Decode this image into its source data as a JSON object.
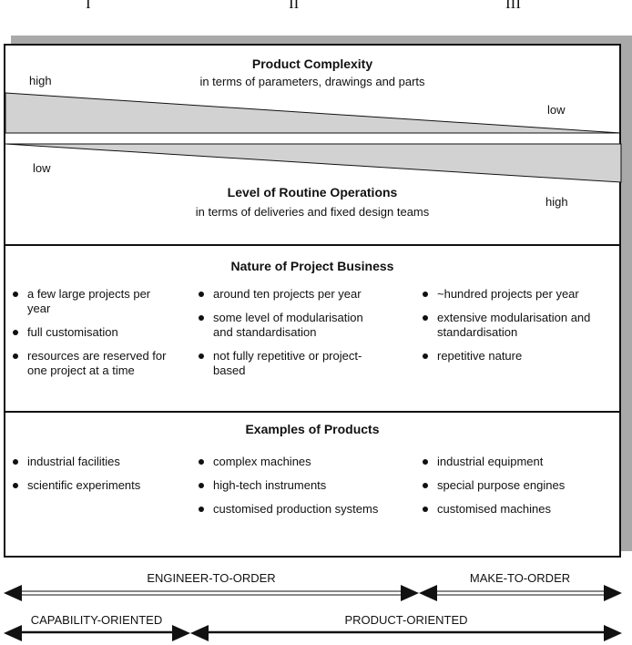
{
  "columns": [
    "I",
    "II",
    "III"
  ],
  "complexity": {
    "title": "Product Complexity",
    "subtitle": "in terms of parameters, drawings and parts",
    "left": "high",
    "right": "low"
  },
  "routine": {
    "title": "Level of Routine Operations",
    "subtitle": "in terms of deliveries and fixed design teams",
    "left": "low",
    "right": "high"
  },
  "nature": {
    "title": "Nature of Project Business",
    "col1": [
      "a few large projects per year",
      "full customisation",
      "resources are reserved for one project at a time"
    ],
    "col2": [
      "around ten projects per year",
      "some level of modularisation and  standardisation",
      "not fully repetitive or project-based"
    ],
    "col3": [
      "~hundred projects per year",
      "extensive modularisation and standardisation",
      "repetitive nature"
    ]
  },
  "examples": {
    "title": "Examples of Products",
    "col1": [
      "industrial facilities",
      "scientific experiments"
    ],
    "col2": [
      "complex machines",
      "high-tech instruments",
      "customised production systems"
    ],
    "col3": [
      "industrial equipment",
      "special purpose engines",
      "customised machines"
    ]
  },
  "arrows": {
    "engineer": "ENGINEER-TO-ORDER",
    "make": "MAKE-TO-ORDER",
    "capability": "CAPABILITY-ORIENTED",
    "product": "PRODUCT-ORIENTED"
  }
}
